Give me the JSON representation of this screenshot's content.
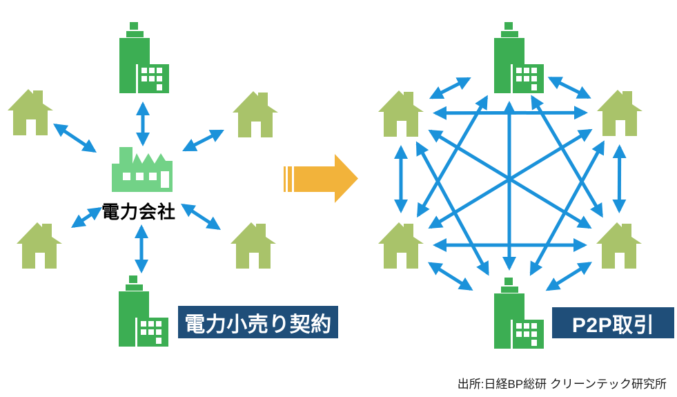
{
  "colors": {
    "background": "#ffffff",
    "house": "#a9c36a",
    "building": "#3cae53",
    "factory": "#72d287",
    "arrow": "#1b92da",
    "transition_arrow": "#f2b33b",
    "caption_bg": "#1f4e79",
    "caption_text": "#ffffff",
    "label_text": "#000000",
    "source_text": "#1a1a1a"
  },
  "left_cluster": {
    "caption": "電力小売り契約",
    "hub": {
      "id": "factory",
      "type": "factory",
      "icon": "factory-icon",
      "label": "電力会社"
    },
    "nodes": [
      {
        "id": "l-building-top",
        "type": "building",
        "icon": "building-icon"
      },
      {
        "id": "l-house-upper-left",
        "type": "house",
        "icon": "house-icon"
      },
      {
        "id": "l-house-upper-right",
        "type": "house",
        "icon": "house-icon"
      },
      {
        "id": "l-house-lower-left",
        "type": "house",
        "icon": "house-icon"
      },
      {
        "id": "l-house-lower-right",
        "type": "house",
        "icon": "house-icon"
      },
      {
        "id": "l-building-bottom",
        "type": "building",
        "icon": "building-icon"
      }
    ],
    "edges": [
      [
        "factory",
        "l-building-top"
      ],
      [
        "factory",
        "l-building-bottom"
      ],
      [
        "factory",
        "l-house-upper-left"
      ],
      [
        "factory",
        "l-house-upper-right"
      ],
      [
        "factory",
        "l-house-lower-left"
      ],
      [
        "factory",
        "l-house-lower-right"
      ]
    ],
    "edge_style": "bidirectional-arrow"
  },
  "right_cluster": {
    "caption": "P2P取引",
    "nodes": [
      {
        "id": "r-building-top",
        "type": "building",
        "icon": "building-icon"
      },
      {
        "id": "r-house-upper-left",
        "type": "house",
        "icon": "house-icon"
      },
      {
        "id": "r-house-upper-right",
        "type": "house",
        "icon": "house-icon"
      },
      {
        "id": "r-house-lower-left",
        "type": "house",
        "icon": "house-icon"
      },
      {
        "id": "r-house-lower-right",
        "type": "house",
        "icon": "house-icon"
      },
      {
        "id": "r-building-bottom",
        "type": "building",
        "icon": "building-icon"
      }
    ],
    "edges": [
      [
        "r-building-top",
        "r-house-upper-left"
      ],
      [
        "r-building-top",
        "r-house-upper-right"
      ],
      [
        "r-building-top",
        "r-house-lower-left"
      ],
      [
        "r-building-top",
        "r-house-lower-right"
      ],
      [
        "r-building-top",
        "r-building-bottom"
      ],
      [
        "r-house-upper-left",
        "r-house-upper-right"
      ],
      [
        "r-house-upper-left",
        "r-house-lower-left"
      ],
      [
        "r-house-upper-left",
        "r-house-lower-right"
      ],
      [
        "r-house-upper-left",
        "r-building-bottom"
      ],
      [
        "r-house-upper-right",
        "r-house-lower-left"
      ],
      [
        "r-house-upper-right",
        "r-house-lower-right"
      ],
      [
        "r-house-upper-right",
        "r-building-bottom"
      ],
      [
        "r-house-lower-left",
        "r-house-lower-right"
      ],
      [
        "r-house-lower-left",
        "r-building-bottom"
      ],
      [
        "r-house-lower-right",
        "r-building-bottom"
      ]
    ],
    "edge_style": "bidirectional-arrow"
  },
  "transition": {
    "icon": "striped-right-arrow-icon",
    "direction": "right"
  },
  "source": "出所:日経BP総研 クリーンテック研究所"
}
